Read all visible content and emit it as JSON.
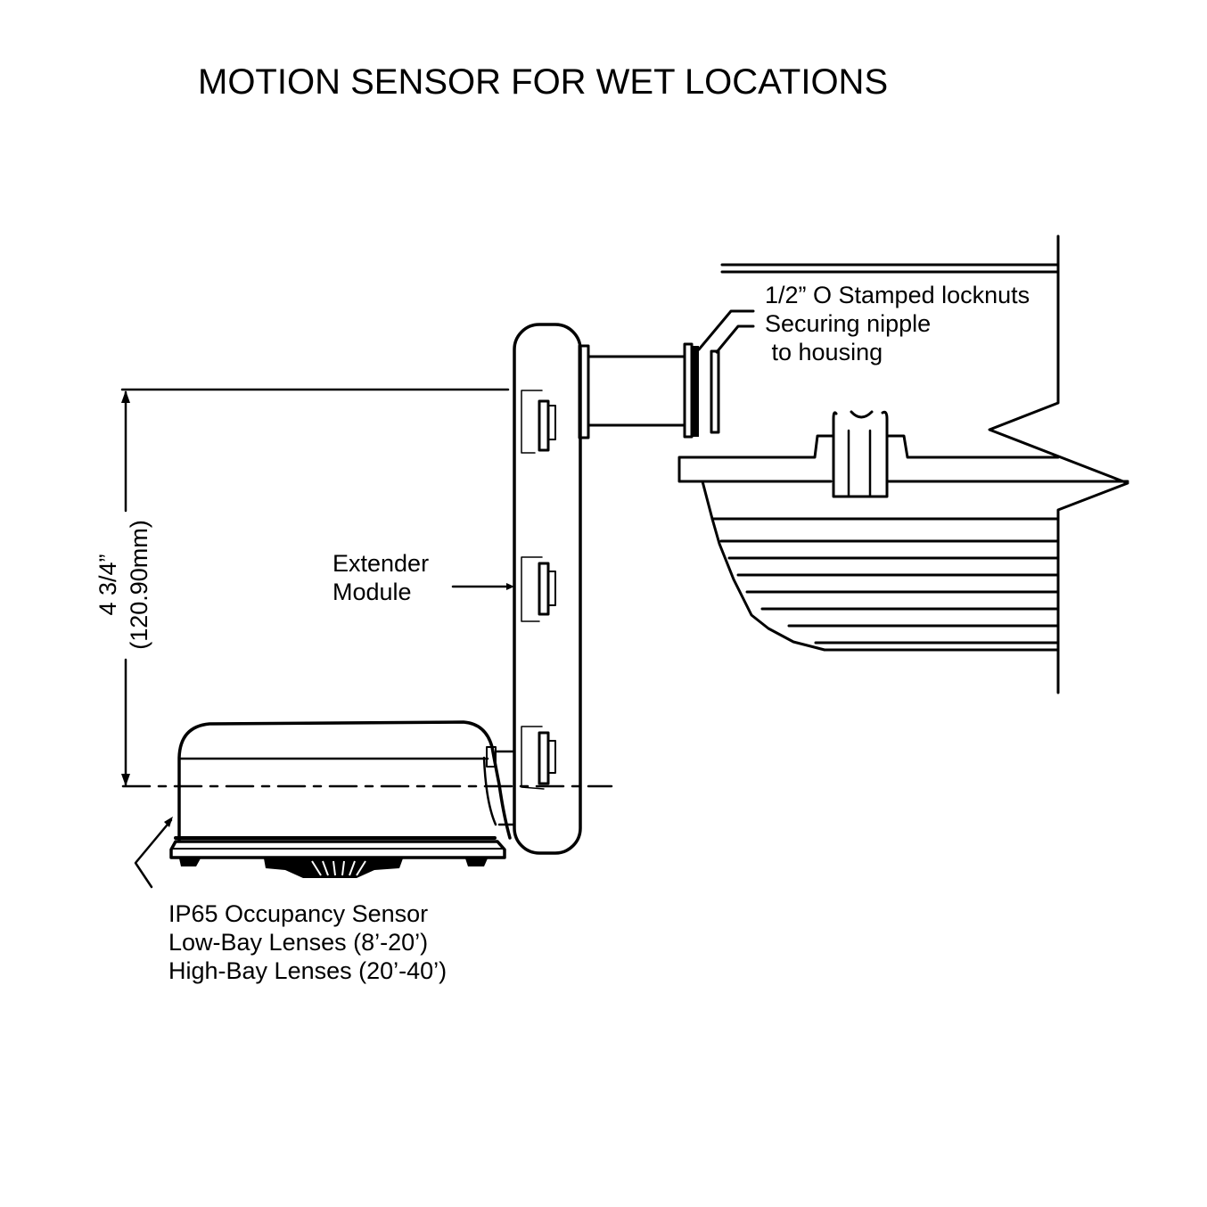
{
  "title": "MOTION SENSOR FOR WET LOCATIONS",
  "labels": {
    "locknuts": {
      "line1": "1/2” O Stamped locknuts",
      "line2": "Securing nipple",
      "line3": " to housing"
    },
    "extender": {
      "line1": "Extender",
      "line2": "Module"
    },
    "dimension": {
      "imperial": "4 3/4”",
      "metric": "(120.90mm)"
    },
    "sensor": {
      "line1": "IP65 Occupancy Sensor",
      "line2": "Low-Bay Lenses (8’-20’)",
      "line3": "High-Bay Lenses (20’-40’)"
    }
  },
  "colors": {
    "line": "#000000",
    "background": "#ffffff"
  }
}
